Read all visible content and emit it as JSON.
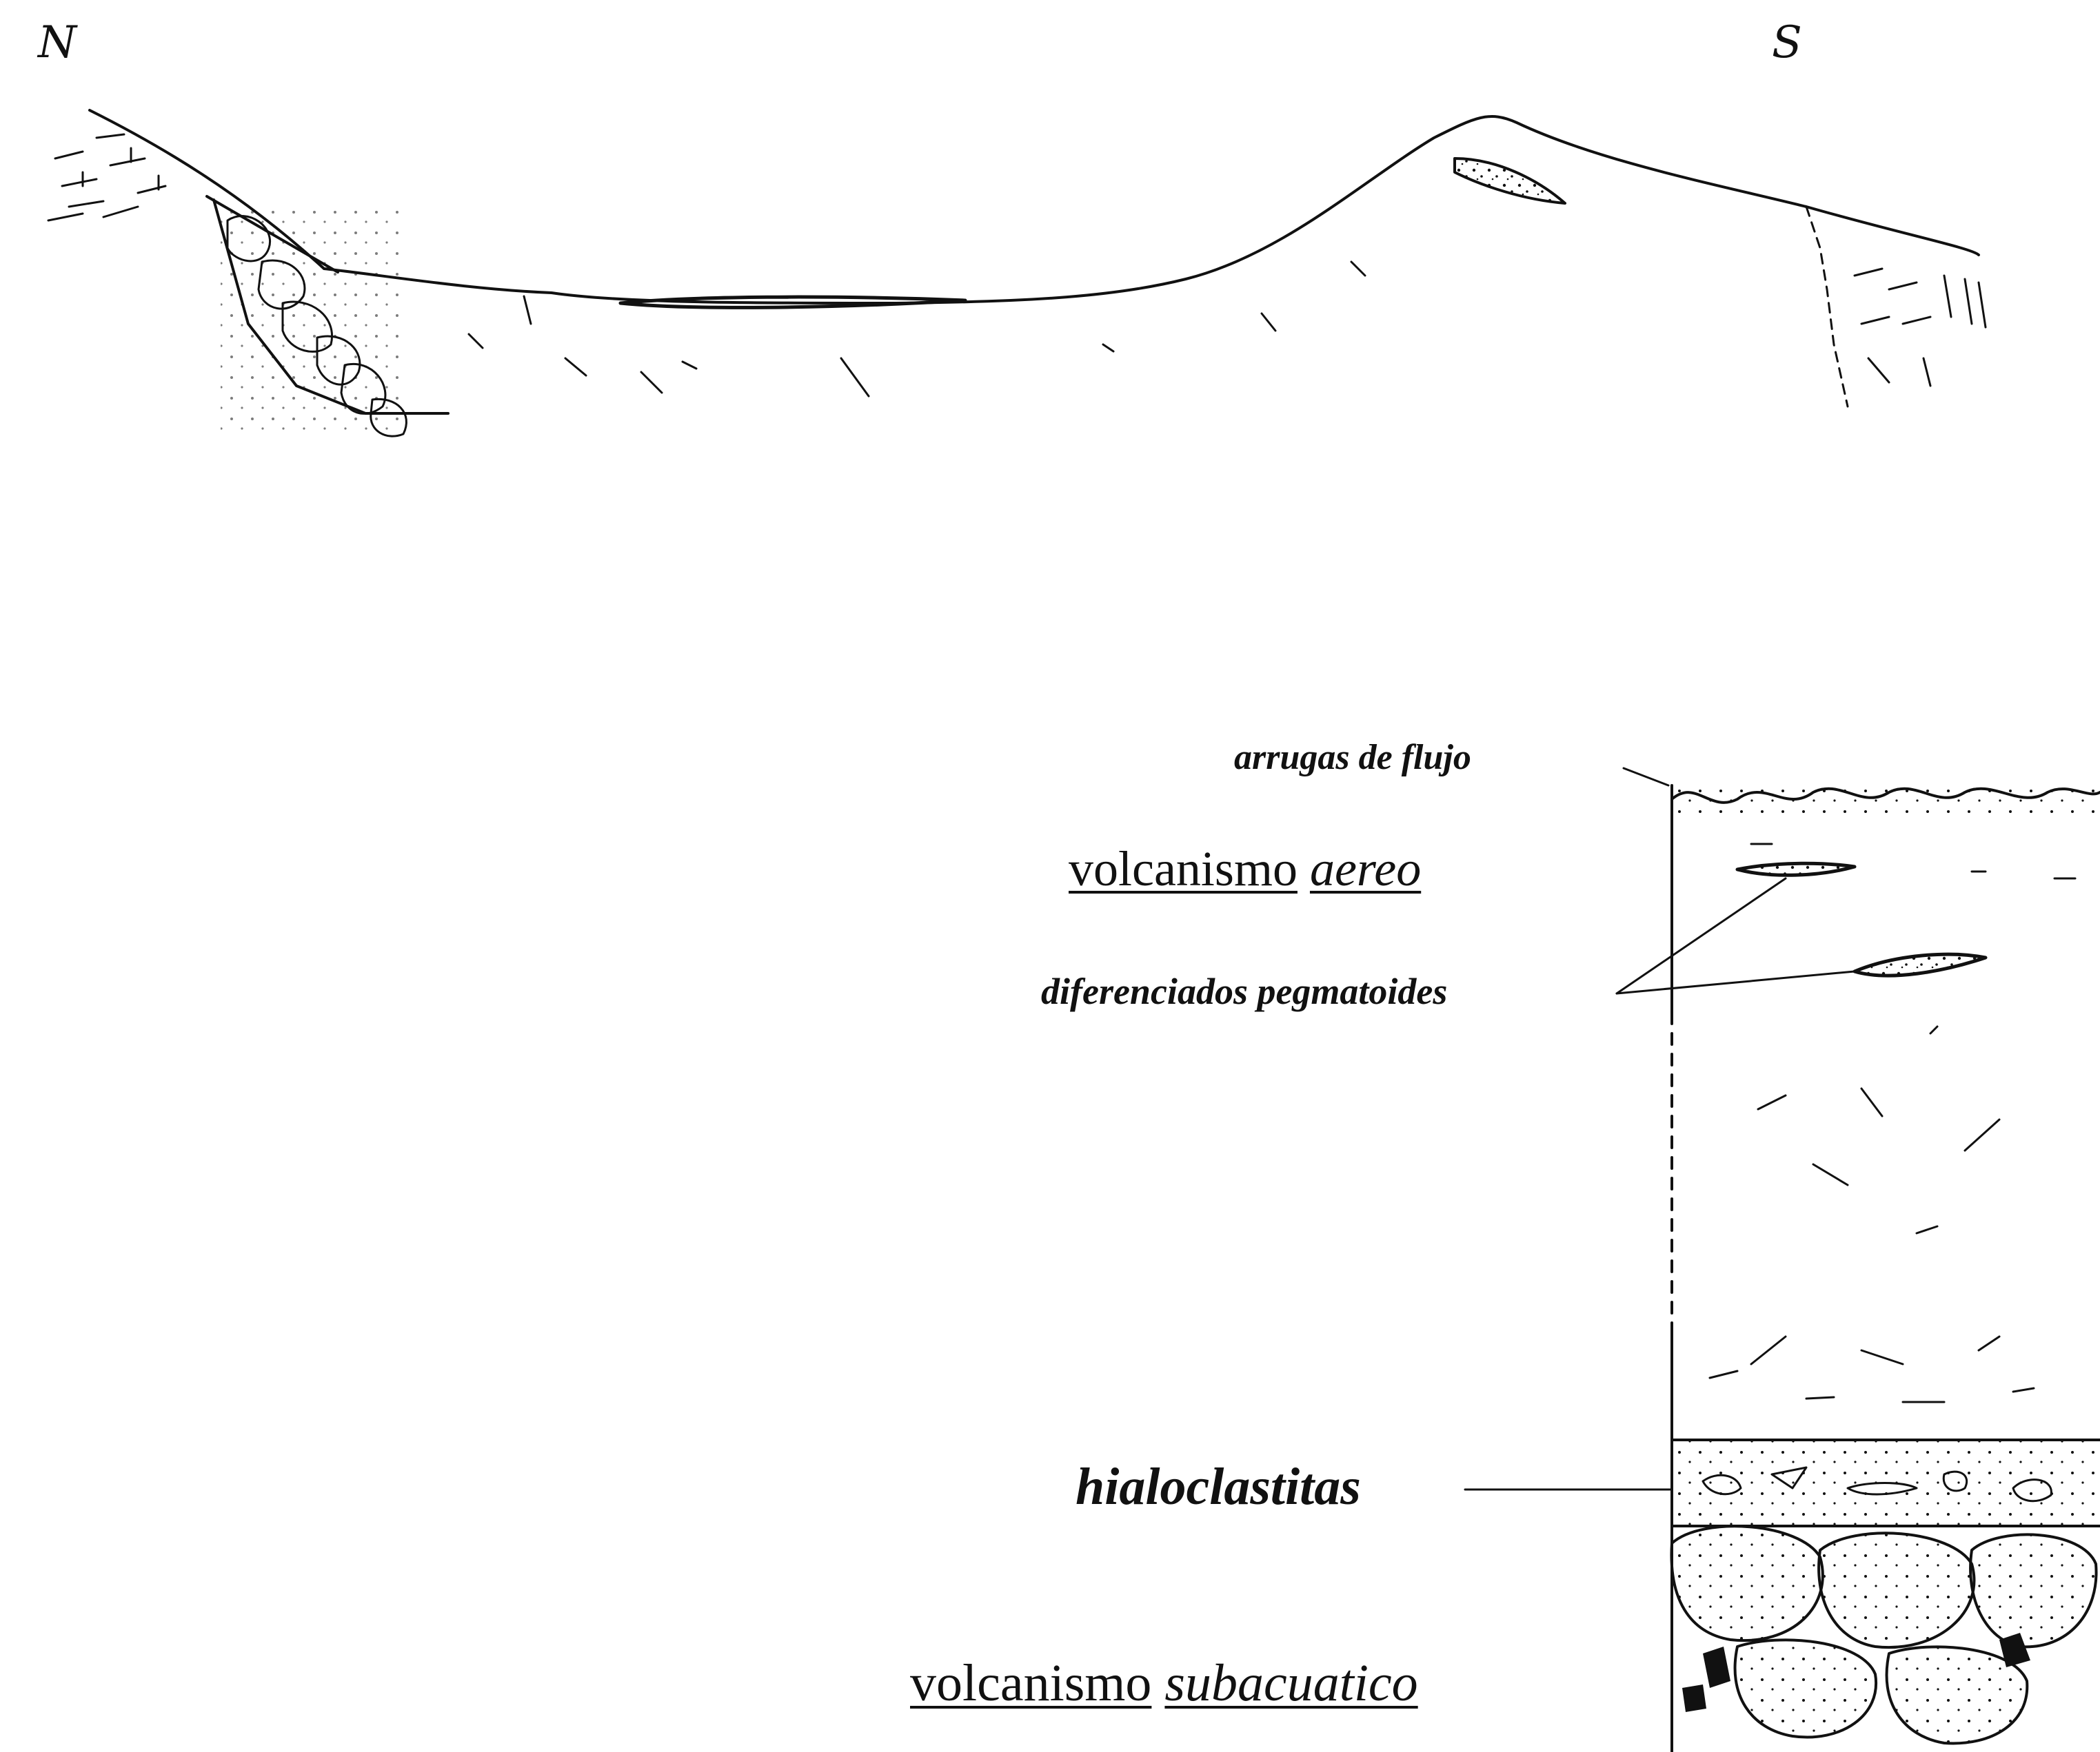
{
  "compass": {
    "north": "N",
    "south": "S"
  },
  "labels": {
    "flow_wrinkles": "arrugas de flujo",
    "aerial_volcanism_1": "volcanismo",
    "aerial_volcanism_2": "aereo",
    "pegmatoid_differentiates": "diferenciados pegmatoides",
    "hyaloclastites": "hialoclastitas",
    "subaqueous_volcanism_1": "volcanismo",
    "subaqueous_volcanism_2": "subacuatico"
  }
}
